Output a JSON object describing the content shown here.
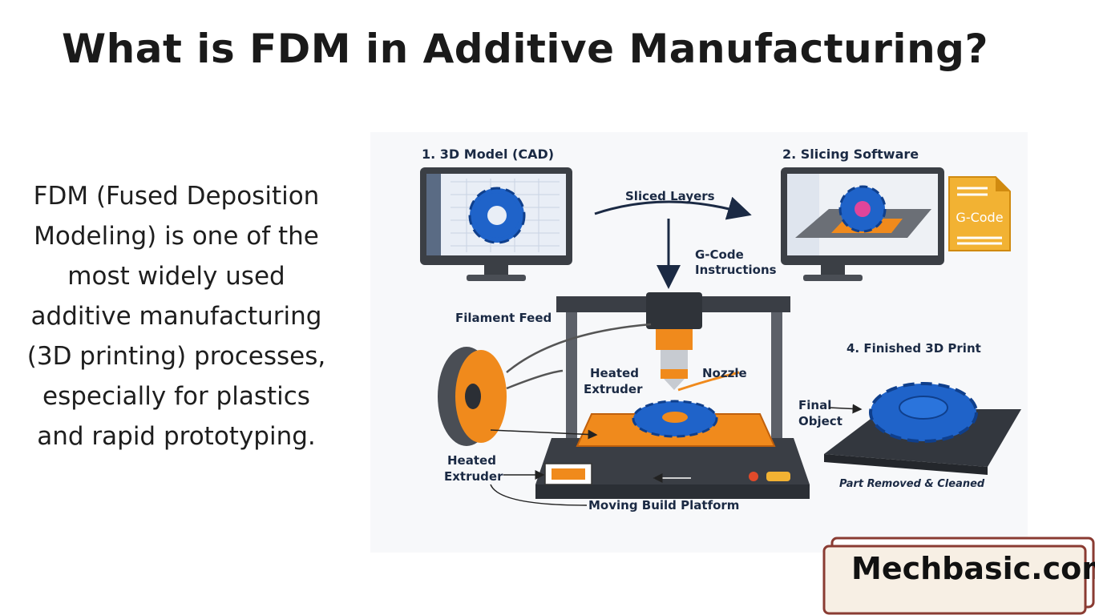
{
  "page": {
    "title": "What is FDM in Additive Manufacturing?",
    "description": "FDM (Fused Deposition Modeling) is one of the most widely used additive manufacturing (3D printing) processes, especially for plastics and rapid prototyping."
  },
  "diagram": {
    "step1": "1. 3D Model (CAD)",
    "step2": "2. Slicing Software",
    "step4": "4. Finished 3D Print",
    "sliced_layers": "Sliced Layers",
    "gcode_instructions_line1": "G-Code",
    "gcode_instructions_line2": "Instructions",
    "gcode_file": "G-Code",
    "filament_feed": "Filament Feed",
    "heated_extruder_top_line1": "Heated",
    "heated_extruder_top_line2": "Extruder",
    "nozzle": "Nozzle",
    "final_object_line1": "Final",
    "final_object_line2": "Object",
    "heated_extruder_bottom_line1": "Heated",
    "heated_extruder_bottom_line2": "Extruder",
    "moving_build_platform": "Moving Build Platform",
    "part_removed": "Part Removed & Cleaned"
  },
  "brand": {
    "name": "Mechbasic.com"
  },
  "colors": {
    "gear_blue": "#1f63c9",
    "filament_orange": "#f08a1c",
    "label_navy": "#1b2a44",
    "badge_fill": "#f7efe4",
    "badge_border": "#8a3b32"
  }
}
